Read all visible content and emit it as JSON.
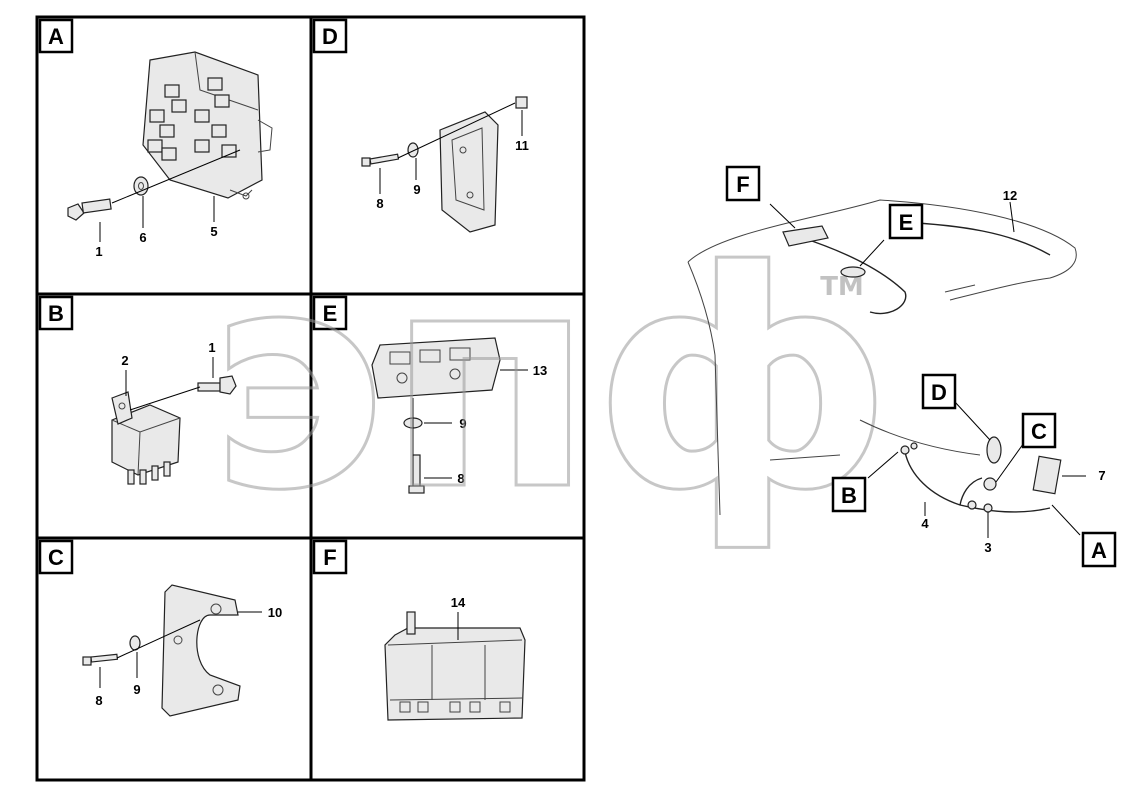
{
  "panels": [
    {
      "letter": "A",
      "callouts": [
        "1",
        "6",
        "5"
      ]
    },
    {
      "letter": "D",
      "callouts": [
        "8",
        "9",
        "11"
      ]
    },
    {
      "letter": "B",
      "callouts": [
        "2",
        "1"
      ]
    },
    {
      "letter": "E",
      "callouts": [
        "13",
        "9",
        "8"
      ]
    },
    {
      "letter": "C",
      "callouts": [
        "10",
        "8",
        "9"
      ]
    },
    {
      "letter": "F",
      "callouts": [
        "14"
      ]
    }
  ],
  "overview": {
    "letters": [
      "F",
      "E",
      "D",
      "C",
      "B",
      "A"
    ],
    "callouts": [
      "12",
      "7",
      "4",
      "3"
    ]
  },
  "watermark": {
    "text": "эпф",
    "tm": "TM"
  }
}
